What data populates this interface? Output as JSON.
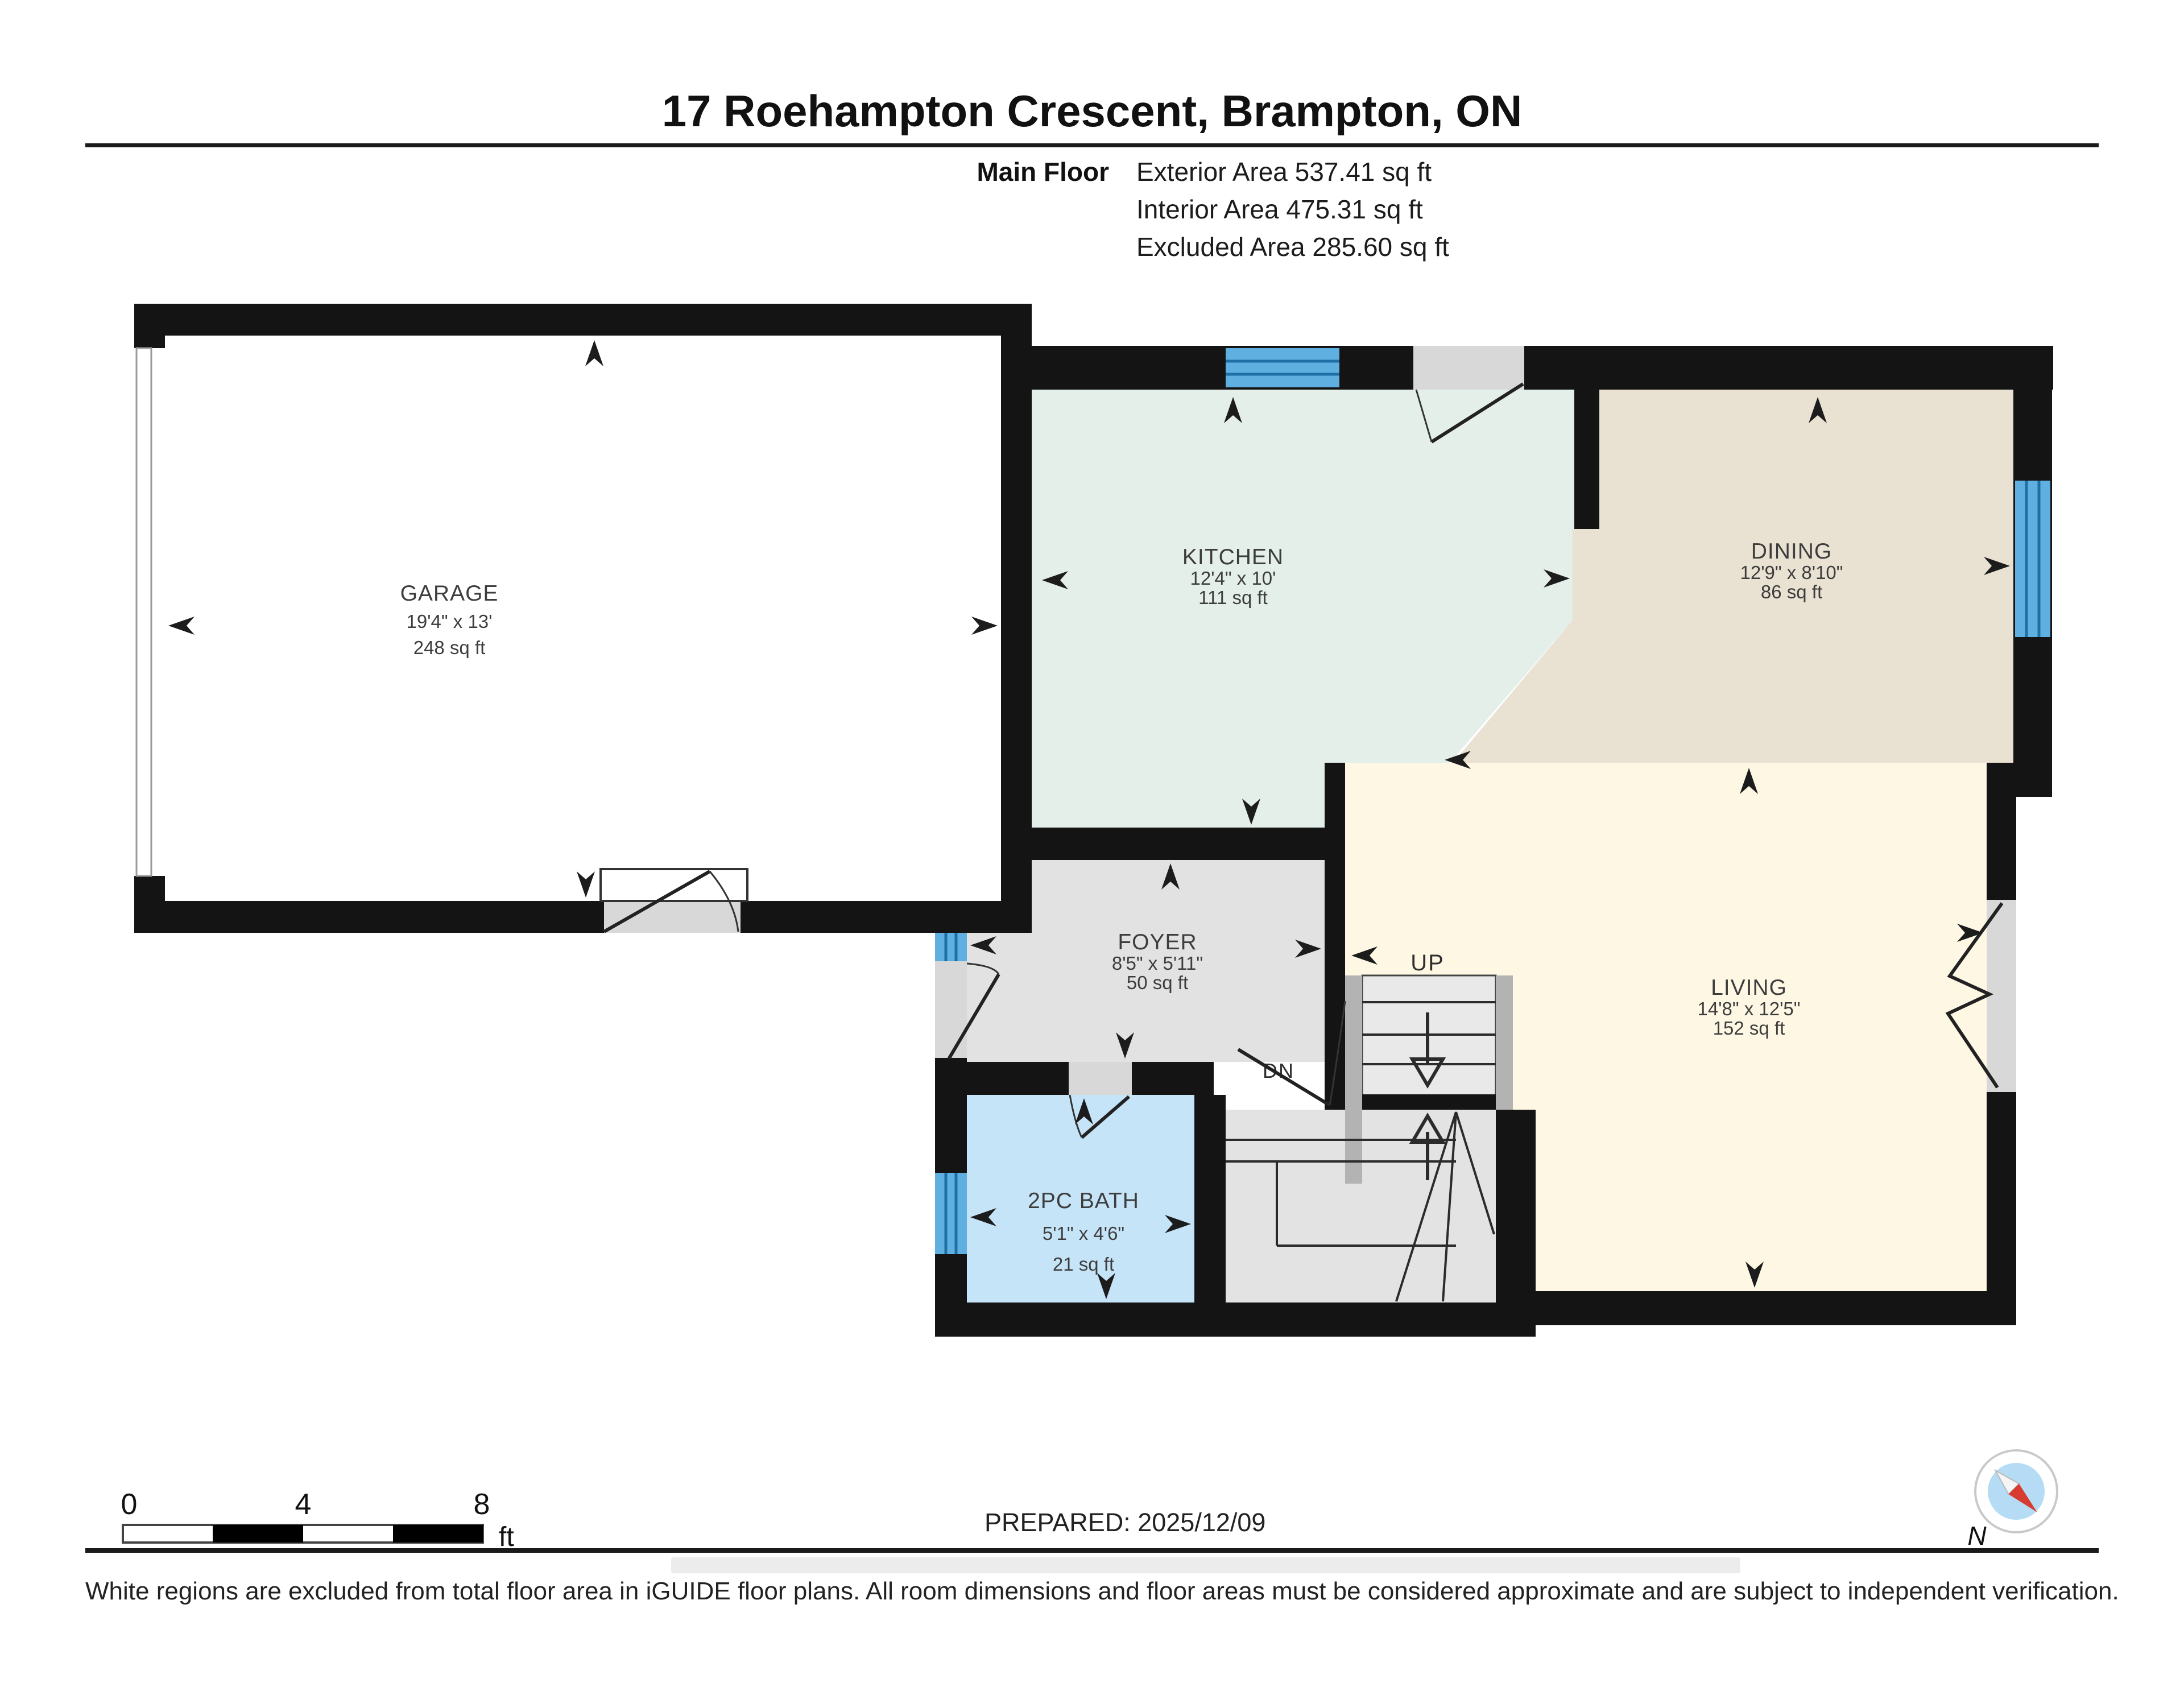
{
  "title": "17 Roehampton Crescent, Brampton, ON",
  "floor": {
    "name": "Main Floor",
    "exterior_area": "Exterior Area 537.41 sq ft",
    "interior_area": "Interior Area 475.31 sq ft",
    "excluded_area": "Excluded Area 285.60 sq ft"
  },
  "rooms": {
    "garage": {
      "name": "GARAGE",
      "dims": "19'4\" x 13'",
      "area": "248 sq ft"
    },
    "kitchen": {
      "name": "KITCHEN",
      "dims": "12'4\" x 10'",
      "area": "111 sq ft"
    },
    "dining": {
      "name": "DINING",
      "dims": "12'9\" x 8'10\"",
      "area": "86 sq ft"
    },
    "foyer": {
      "name": "FOYER",
      "dims": "8'5\" x 5'11\"",
      "area": "50 sq ft"
    },
    "living": {
      "name": "LIVING",
      "dims": "14'8\" x 12'5\"",
      "area": "152 sq ft"
    },
    "bath": {
      "name": "2PC BATH",
      "dims": "5'1\" x 4'6\"",
      "area": "21 sq ft"
    }
  },
  "stairs": {
    "up": "UP",
    "down": "DN"
  },
  "scale_bar": {
    "start": "0",
    "mid": "4",
    "end": "8",
    "unit": "ft"
  },
  "prepared": "PREPARED: 2025/12/09",
  "compass": {
    "north": "N"
  },
  "footer": "White regions are excluded from total floor area in iGUIDE floor plans. All room dimensions and floor areas must be considered approximate and are subject to independent verification.",
  "colors": {
    "kitchen_fill": "#e3efe8",
    "dining_fill": "#e9e1d2",
    "living_fill": "#fdf7e3",
    "foyer_fill": "#e2e2e2",
    "bath_fill": "#c6e4f8",
    "stair_upper_fill": "#e9e9e9",
    "stair_lower_fill": "#e3e3e3",
    "window_blue": "#5fb0e0",
    "window_line": "#1e6fa6",
    "wall_black": "#141414",
    "compass_inner": "#b5dcf4",
    "compass_red": "#d83b30"
  }
}
